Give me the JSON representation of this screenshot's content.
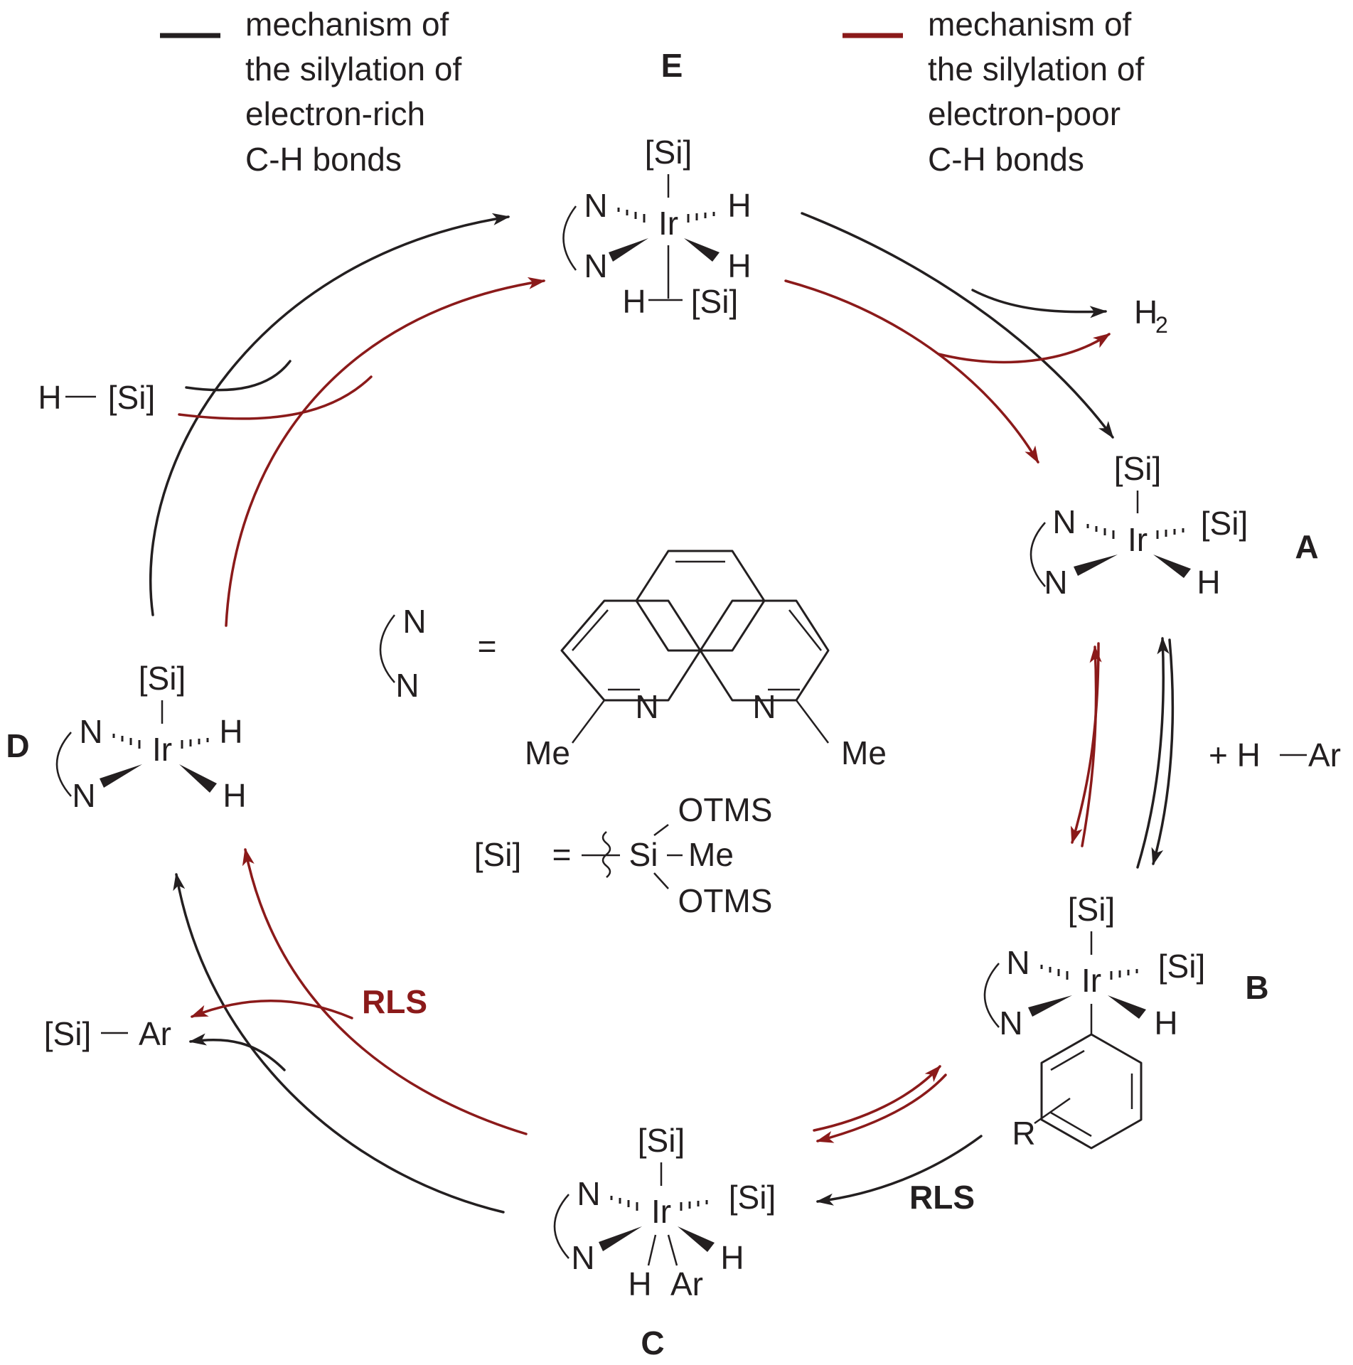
{
  "legend": {
    "black": {
      "line1": "mechanism of",
      "line2": "the silylation of",
      "line3": "electron-rich",
      "line4": "C-H bonds",
      "color": "#231f20"
    },
    "red": {
      "line1": "mechanism of",
      "line2": "the silylation of",
      "line3": "electron-poor",
      "line4": "C-H bonds",
      "color": "#8b1a1a"
    }
  },
  "labels": {
    "A": "A",
    "B": "B",
    "C": "C",
    "D": "D",
    "E": "E"
  },
  "atoms": {
    "si": "[Si]",
    "ir": "Ir",
    "n": "N",
    "h": "H",
    "ar": "Ar",
    "r": "R",
    "me": "Me"
  },
  "reagents": {
    "hsi_h": "H",
    "hsi_si": "[Si]",
    "h2": "H",
    "h2_sub": "2",
    "hsi_in_e_h": "H",
    "hsi_in_e_si": "[Si]",
    "plus_har": "+ H",
    "plus_har_ar": "Ar",
    "product_si": "[Si]",
    "product_ar": "Ar"
  },
  "rls": {
    "red": "RLS",
    "black": "RLS"
  },
  "ligand_def": {
    "equals": "=",
    "me_left": "Me",
    "me_right": "Me"
  },
  "si_def": {
    "si_label": "[Si]",
    "equals": "=",
    "si_atom": "Si",
    "me": "Me",
    "otms_top": "OTMS",
    "otms_bottom": "OTMS"
  }
}
